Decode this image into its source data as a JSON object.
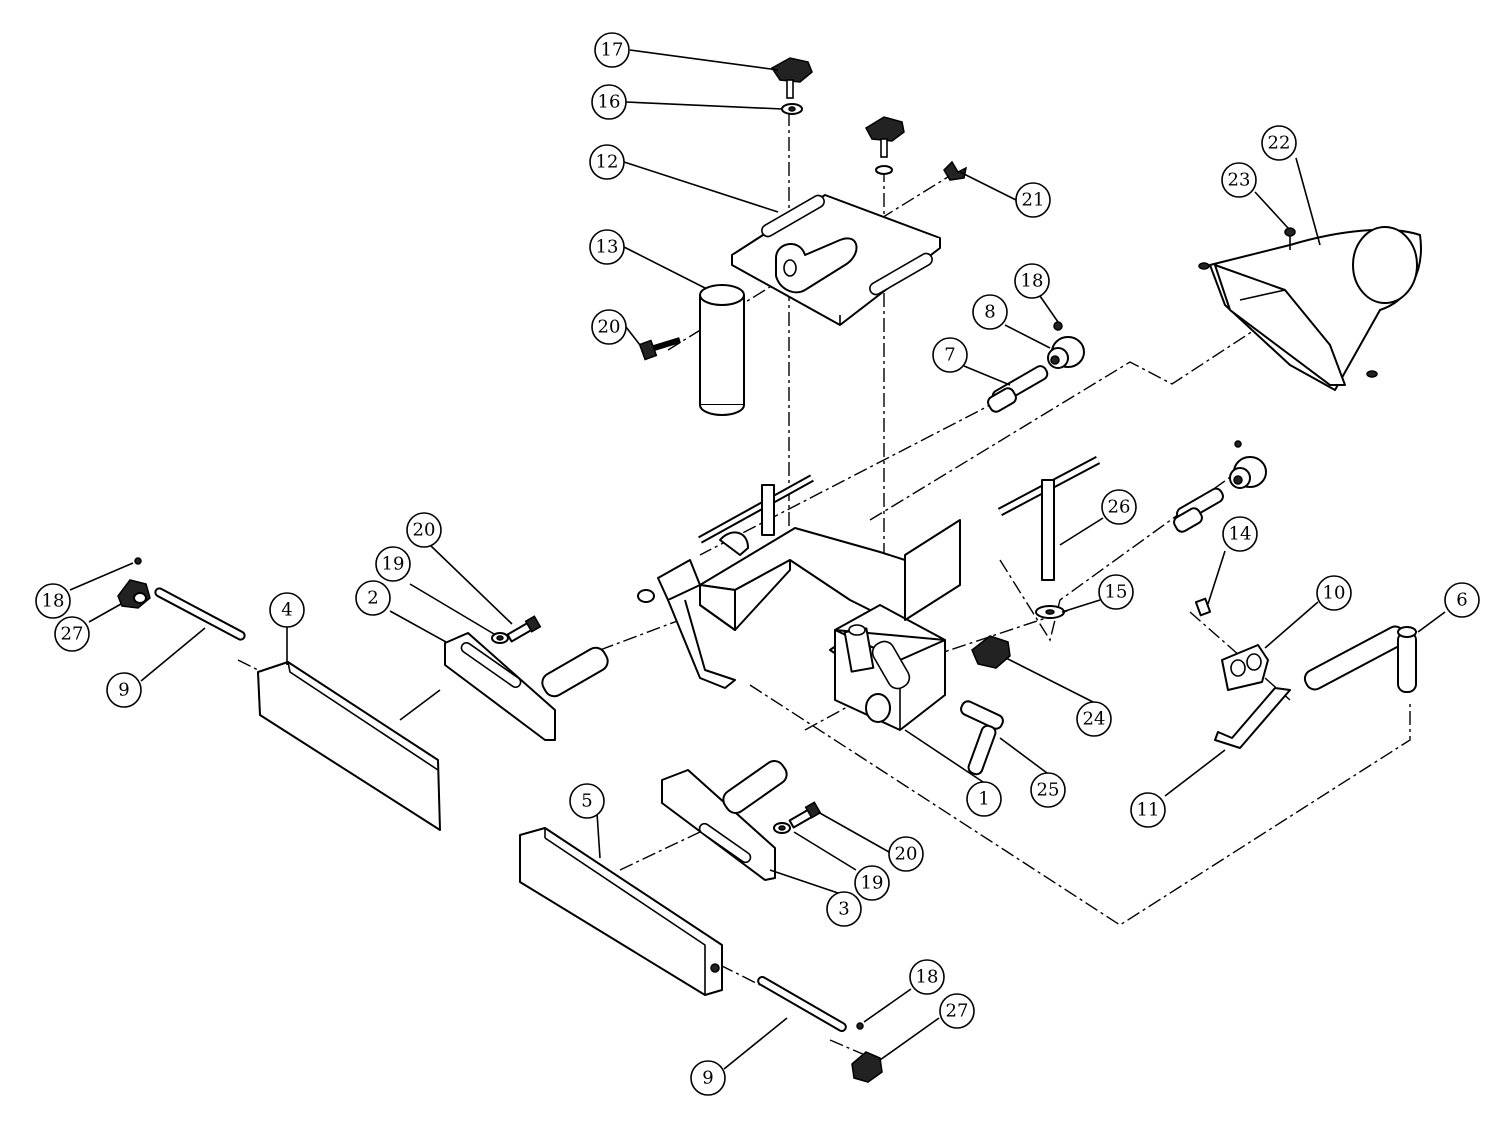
{
  "callouts": {
    "c17": "17",
    "c16": "16",
    "c12": "12",
    "c13": "13",
    "c20_top": "20",
    "c21": "21",
    "c22": "22",
    "c23": "23",
    "c18_top": "18",
    "c8": "8",
    "c7": "7",
    "c26": "26",
    "c15": "15",
    "c14": "14",
    "c10": "10",
    "c6": "6",
    "c24": "24",
    "c25": "25",
    "c1": "1",
    "c11": "11",
    "c18_left": "18",
    "c27_left": "27",
    "c9_left": "9",
    "c4": "4",
    "c2": "2",
    "c19_left": "19",
    "c20_left": "20",
    "c5": "5",
    "c3": "3",
    "c19_right": "19",
    "c20_right": "20",
    "c18_bottom": "18",
    "c27_bottom": "27",
    "c9_bottom": "9"
  }
}
